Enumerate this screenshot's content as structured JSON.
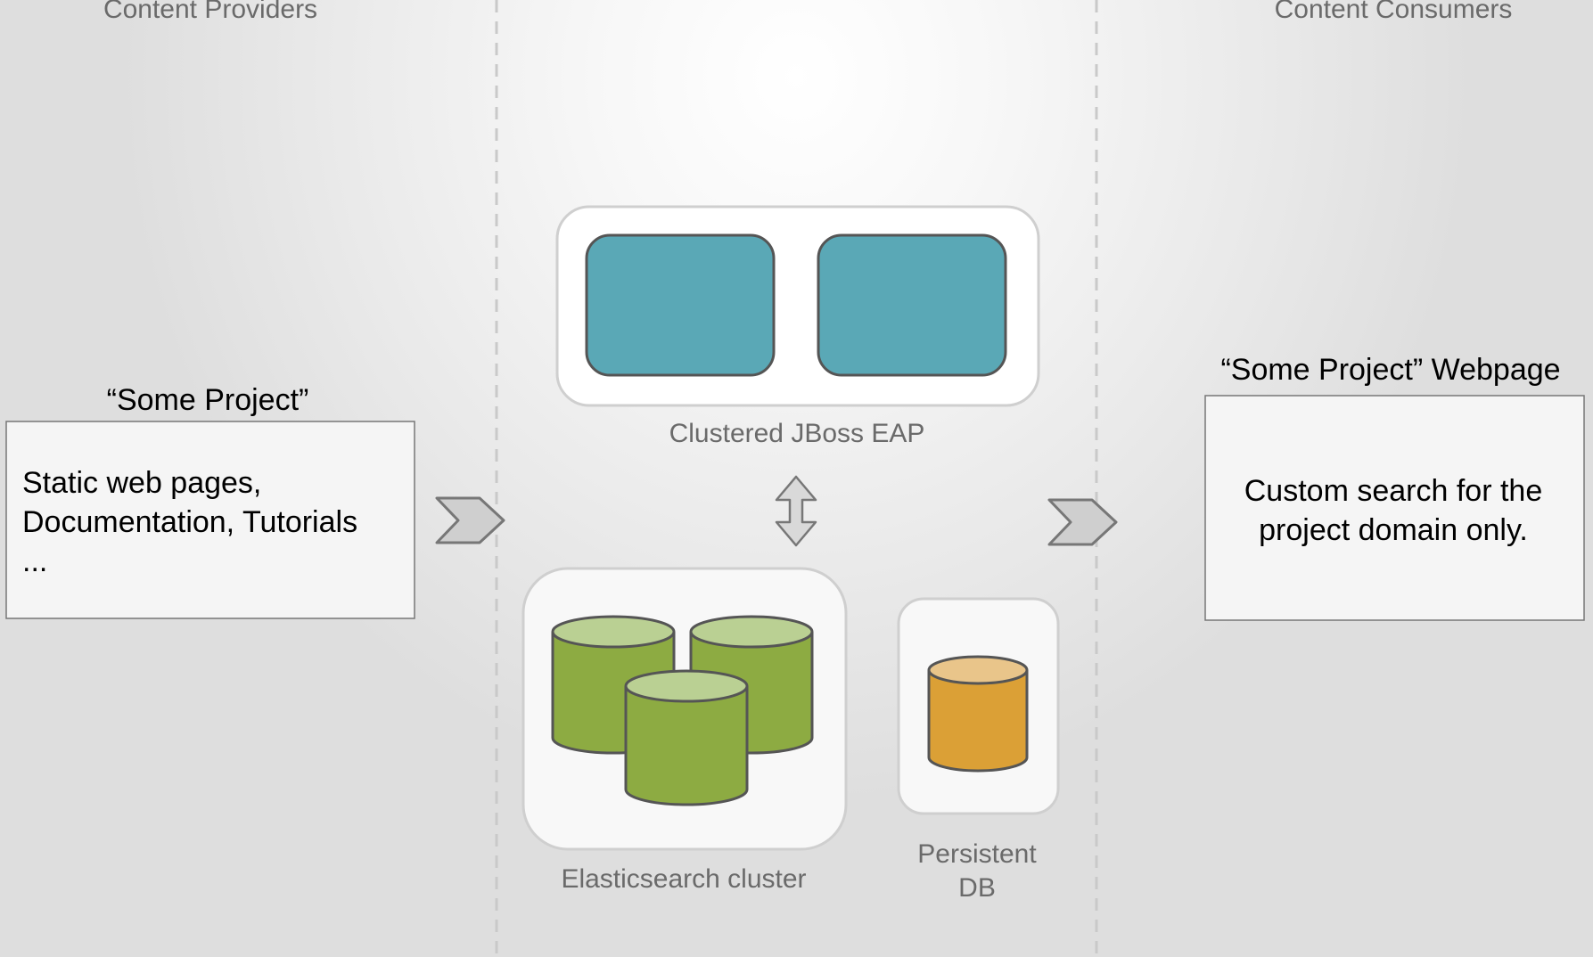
{
  "columns": {
    "providers": "Content Providers",
    "consumers": "Content Consumers"
  },
  "left_panel": {
    "title": "“Some Project”",
    "lines": [
      "Static web pages,",
      "Documentation, Tutorials",
      "..."
    ]
  },
  "right_panel": {
    "title": "“Some Project” Webpage",
    "lines": [
      "Custom search for the",
      "project domain only."
    ]
  },
  "center": {
    "jboss_label": "Clustered JBoss EAP",
    "es_label": "Elasticsearch cluster",
    "db_label_lines": [
      "Persistent",
      "DB"
    ]
  },
  "icons": {
    "flow_arrow_left": "chevron-right-icon",
    "flow_arrow_right": "chevron-right-icon",
    "sync_arrow": "double-arrow-vertical-icon",
    "es_nodes": "database-cylinder-icon",
    "db": "database-cylinder-icon"
  },
  "colors": {
    "jboss_node": "#5aa8b6",
    "es_node_body": "#8dab42",
    "es_node_top": "#bad093",
    "db_body": "#dba036",
    "db_top": "#e9c58a",
    "stroke": "#555555",
    "divider": "#c9c9c9"
  }
}
